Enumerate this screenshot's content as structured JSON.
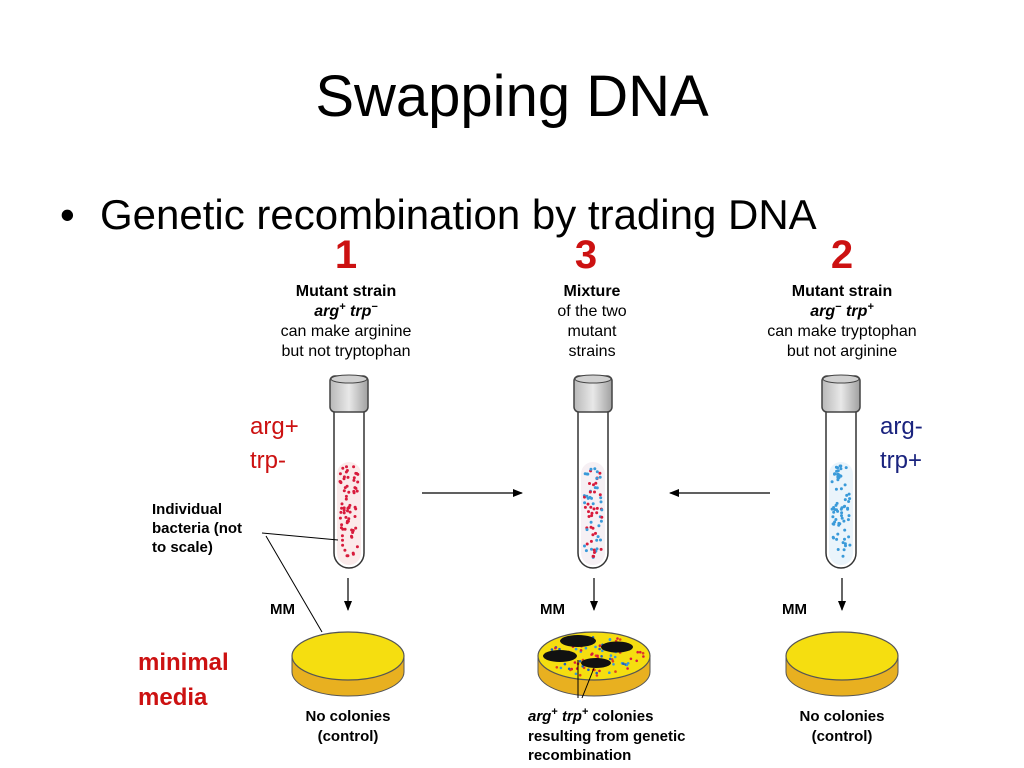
{
  "slide": {
    "title": "Swapping DNA",
    "bullet_marker": "•",
    "bullet": "Genetic recombination by trading DNA"
  },
  "figure": {
    "tube_numbers": [
      "1",
      "3",
      "2"
    ],
    "tube1": {
      "line1": "Mutant strain",
      "geno_arg": "arg",
      "geno_arg_sup": "+",
      "geno_trp": "trp",
      "geno_trp_sup": "−",
      "line3": "can make arginine",
      "line4": "but not tryptophan",
      "side_label_1": "arg+",
      "side_label_2": "trp-",
      "plate_label": "MM",
      "result_1": "No colonies",
      "result_2": "(control)"
    },
    "tube3": {
      "line1": "Mixture",
      "line2": "of the two",
      "line3": "mutant",
      "line4": "strains",
      "plate_label": "MM",
      "result_arg": "arg",
      "result_arg_sup": "+",
      "result_trp": "trp",
      "result_trp_sup": "+",
      "result_1_rest": " colonies",
      "result_2": "resulting from genetic",
      "result_3": "recombination"
    },
    "tube2": {
      "line1": "Mutant strain",
      "geno_arg": "arg",
      "geno_arg_sup": "−",
      "geno_trp": "trp",
      "geno_trp_sup": "+",
      "line3": "can make tryptophan",
      "line4": "but not arginine",
      "side_label_1": "arg-",
      "side_label_2": "trp+",
      "plate_label": "MM",
      "result_1": "No colonies",
      "result_2": "(control)"
    },
    "bacteria_note": [
      "Individual",
      "bacteria (not",
      "to scale)"
    ],
    "media_label": [
      "minimal",
      "media"
    ],
    "colors": {
      "red_text": "#cc1111",
      "blue_text": "#1a237e",
      "red_cells": "#d81b3c",
      "blue_cells": "#3a9ad9",
      "agar": "#f5de10",
      "plate_rim": "#e8b020",
      "colony": "#111111"
    }
  }
}
